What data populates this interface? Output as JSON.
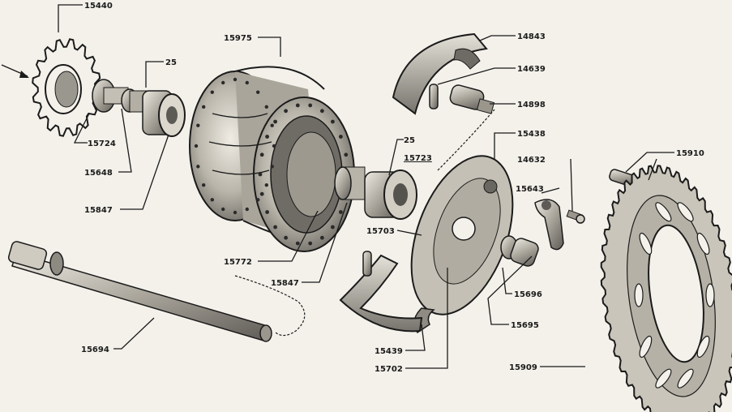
{
  "labels": {
    "sprocket_small": "15440",
    "hub": "15975",
    "brake_shoe_top": "14843",
    "pin": "14639",
    "adjuster": "14898",
    "bearing_upper": "25",
    "spacer_left": "15724",
    "bearing_left": "15648",
    "seal_left": "15847",
    "backplate": "15438",
    "bearing_right": "25",
    "seal_ring": "15723",
    "cam_lever_bolt": "14632",
    "cam_lever": "15643",
    "bolts": "15910",
    "backplate_pivot": "15703",
    "hub_spacer": "15772",
    "seal_right": "15847",
    "cam_bush": "15696",
    "cam": "15695",
    "axle": "15694",
    "brake_shoe_bottom": "15439",
    "backplate_lower": "15702",
    "rear_sprocket": "15909"
  },
  "colors": {
    "ink": "#1b1b1b",
    "paper": "#f3f1ea",
    "shade": "#8a8780",
    "light": "#d9d6cc"
  }
}
